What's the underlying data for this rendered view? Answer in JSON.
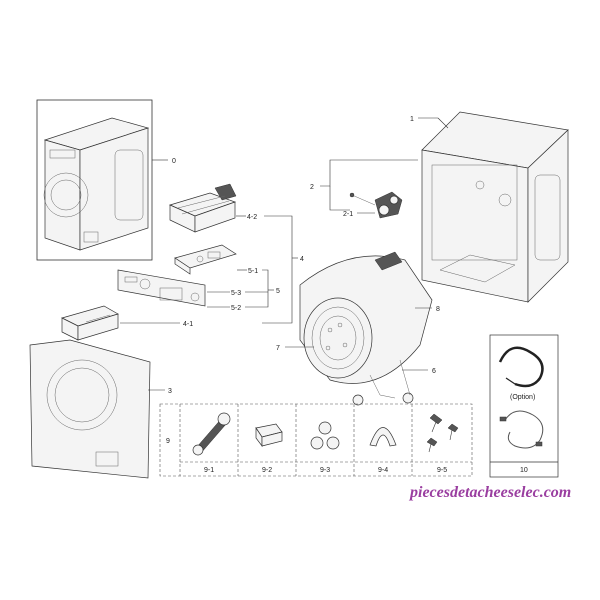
{
  "callouts": {
    "c0": "0",
    "c1": "1",
    "c2": "2",
    "c2_1": "2-1",
    "c3": "3",
    "c4": "4",
    "c4_1": "4-1",
    "c4_2": "4-2",
    "c5": "5",
    "c5_1": "5-1",
    "c5_2": "5-2",
    "c5_3": "5-3",
    "c6": "6",
    "c7": "7",
    "c8": "8"
  },
  "accessories": {
    "group_label": "9",
    "items": [
      "9-1",
      "9-2",
      "9-3",
      "9-4",
      "9-5"
    ],
    "option_label": "(Option)",
    "hose_label": "10"
  },
  "watermark": "piecesdetacheeselec.com",
  "colors": {
    "line": "#333333",
    "watermark": "#9a3ea0"
  }
}
